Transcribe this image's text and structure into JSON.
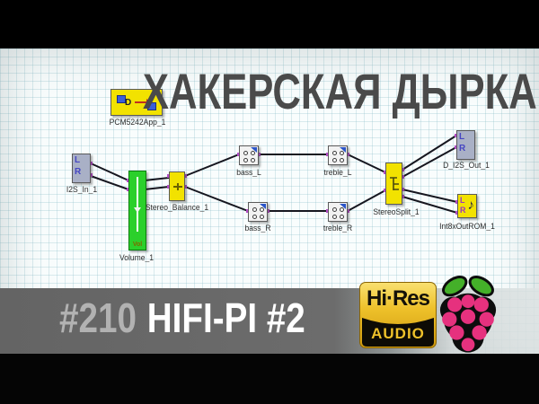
{
  "title": {
    "text": "ХАКЕРСКАЯ ДЫРКА",
    "color": "#4a4a4a"
  },
  "banner": {
    "episode_number": "#210",
    "episode_title": "HIFI-PI #2",
    "episode_number_color": "#b2b2b2",
    "episode_title_color": "#ffffff",
    "band_color": "#6c6c6c"
  },
  "logos": {
    "hires": {
      "line1": "Hi·Res",
      "line2": "AUDIO",
      "gold": "#eec12a",
      "black": "#0d0b05"
    },
    "raspberry_pi": {
      "name": "raspberry-pi-logo",
      "berry_color": "#e6317e",
      "leaf_color": "#44b029",
      "outline": "#0d0d0d"
    }
  },
  "diagram": {
    "app": "SigmaStudio schematic",
    "blocks": [
      {
        "id": "pcm5242",
        "label": "PCM5242App_1",
        "color": "#f2e200",
        "icon_letter": "D"
      },
      {
        "id": "i2s_in",
        "label": "I2S_In_1",
        "color": "#a9b0c6",
        "ports": [
          "L",
          "R"
        ]
      },
      {
        "id": "volume",
        "label": "Volume_1",
        "color": "#2bd02b",
        "slider_label": "Vol"
      },
      {
        "id": "balance",
        "label": "Stereo_Balance_1",
        "color": "#f2e200"
      },
      {
        "id": "bass_l",
        "label": "bass_L",
        "color": "#f2f2f2"
      },
      {
        "id": "bass_r",
        "label": "bass_R",
        "color": "#f2f2f2"
      },
      {
        "id": "treble_l",
        "label": "treble_L",
        "color": "#f2f2f2"
      },
      {
        "id": "treble_r",
        "label": "treble_R",
        "color": "#f2f2f2"
      },
      {
        "id": "split",
        "label": "StereoSplit_1",
        "color": "#f2e200"
      },
      {
        "id": "i2s_out",
        "label": "D_I2S_Out_1",
        "color": "#a9b0c6",
        "ports": [
          "L",
          "R"
        ]
      },
      {
        "id": "rom",
        "label": "Int8xOutROM_1",
        "color": "#f2e200",
        "ports": [
          "L",
          "R"
        ],
        "note_icon": "♪"
      }
    ],
    "connections": [
      "I2S_In_1.L → Volume_1",
      "I2S_In_1.R → Volume_1",
      "Volume_1 → Stereo_Balance_1 (L)",
      "Volume_1 → Stereo_Balance_1 (R)",
      "Stereo_Balance_1 → bass_L",
      "Stereo_Balance_1 → bass_R",
      "bass_L → treble_L",
      "bass_R → treble_R",
      "treble_L → StereoSplit_1",
      "treble_R → StereoSplit_1",
      "StereoSplit_1 → D_I2S_Out_1.L",
      "StereoSplit_1 → D_I2S_Out_1.R",
      "StereoSplit_1 → Int8xOutROM_1.L",
      "StereoSplit_1 → Int8xOutROM_1.R"
    ],
    "wire_color": "#16161f",
    "pin_color": "#b44cc8"
  }
}
